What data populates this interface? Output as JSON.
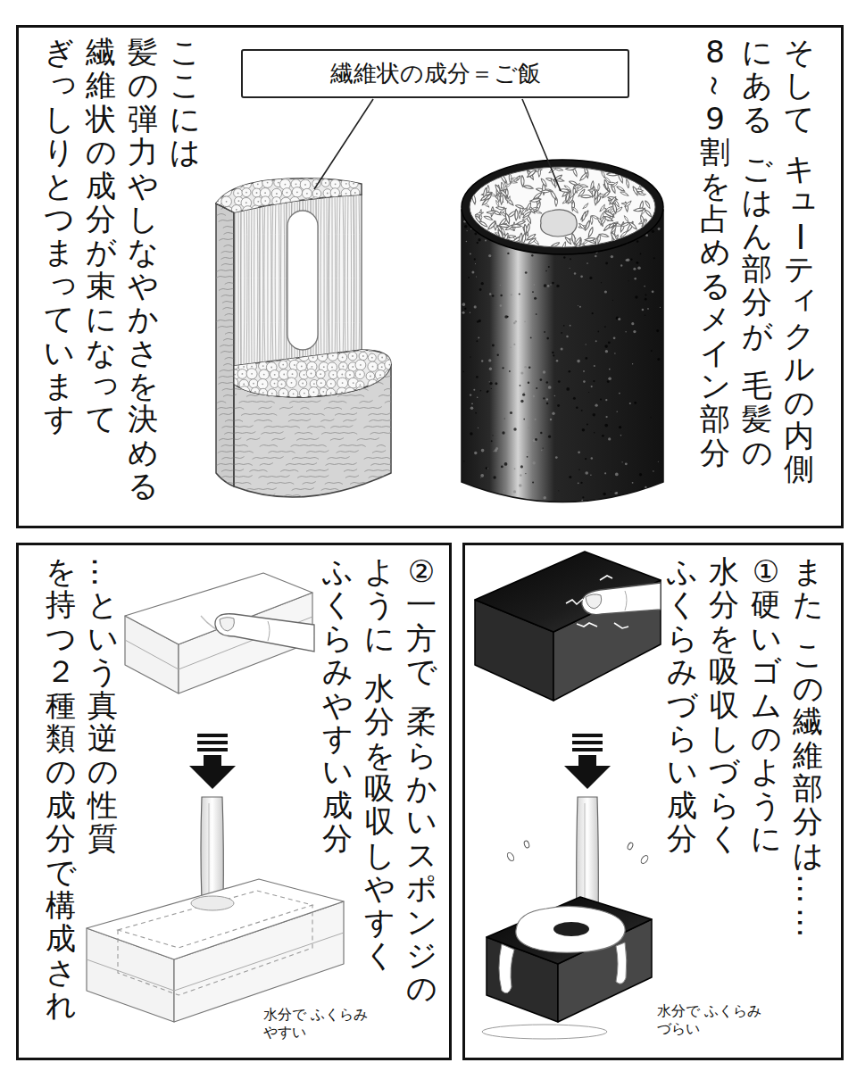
{
  "diagram": {
    "nodes": [
      {
        "text": [
          "そして キューティクルの内側 にある ごはん部分が 毛髪の 8～9割を占めるメイン部分",
          "ここには 髪の弾力やしなやかさを決める 繊維状の成分が束になって ぎっしりとつまっています"
        ]
      },
      {
        "text": [
          "繊維状の成分＝ご飯"
        ],
        "in": 0
      },
      {
        "text": [
          "また この繊維部分は…… ①硬いゴムのように 水分を吸収しづらく ふくらみづらい成分"
        ]
      },
      {
        "text": [
          "②一方で 柔らかいスポンジの ように 水分を吸収しやすく ふくらみやすい成分",
          "…という真逆の性質 を持つ２種類の成分で構成され"
        ]
      }
    ],
    "labels": [
      "水分で ふくらみづらい",
      "水分で ふくらみやすい"
    ]
  }
}
